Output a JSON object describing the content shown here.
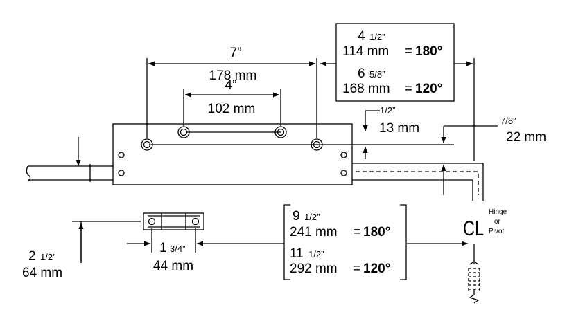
{
  "top": {
    "span_7": {
      "main": "7”",
      "mm": "178 mm"
    },
    "span_4": {
      "main": "4”",
      "mm": "102 mm"
    },
    "offset_half": {
      "frac": "1/2”",
      "mm": "13 mm"
    },
    "offset_7_8": {
      "frac": "7/8”",
      "mm": "22 mm"
    },
    "box": {
      "row1": {
        "whole": "4",
        "frac": "1/2”",
        "mm": "114 mm",
        "eq": "=",
        "deg": "180°"
      },
      "row2": {
        "whole": "6",
        "frac": "5/8”",
        "mm": "168 mm",
        "eq": "=",
        "deg": "120°"
      }
    }
  },
  "bottom": {
    "width": {
      "whole": "1",
      "frac": "3/4”",
      "mm": "44 mm"
    },
    "height": {
      "whole": "2",
      "frac": "1/2”",
      "mm": "64 mm"
    },
    "bracket": {
      "row1": {
        "whole": "9",
        "frac": "1/2”",
        "mm": "241 mm",
        "eq": "=",
        "deg": "180°"
      },
      "row2": {
        "whole": "11",
        "frac": "1/2”",
        "mm": "292 mm",
        "eq": "=",
        "deg": "120°"
      }
    }
  },
  "hinge": {
    "symbol": "CL",
    "label1": "Hinge",
    "label2": "or",
    "label3": "Pivot"
  }
}
